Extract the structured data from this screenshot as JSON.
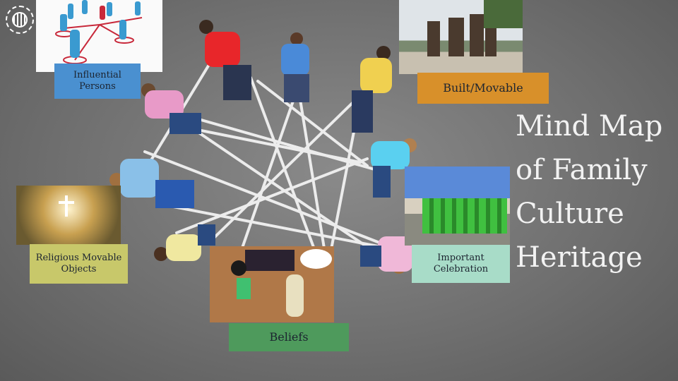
{
  "title_lines": [
    "Mind Map",
    "of Family",
    "Culture",
    "Heritage"
  ],
  "nodes": {
    "influential": {
      "label_1": "Influential",
      "label_2": "Persons",
      "color": "#4a90d0"
    },
    "built": {
      "label": "Built/Movable",
      "color": "#d8902a"
    },
    "religious": {
      "label_1": "Religious Movable",
      "label_2": "Objects",
      "color": "#c8c86a"
    },
    "beliefs": {
      "label": "Beliefs",
      "color": "#4e9a5c"
    },
    "celebration": {
      "label_1": "Important",
      "label_2": "Celebration",
      "color": "#a8dcc8"
    }
  },
  "logo": {
    "icon": "prezi-logo-icon"
  }
}
